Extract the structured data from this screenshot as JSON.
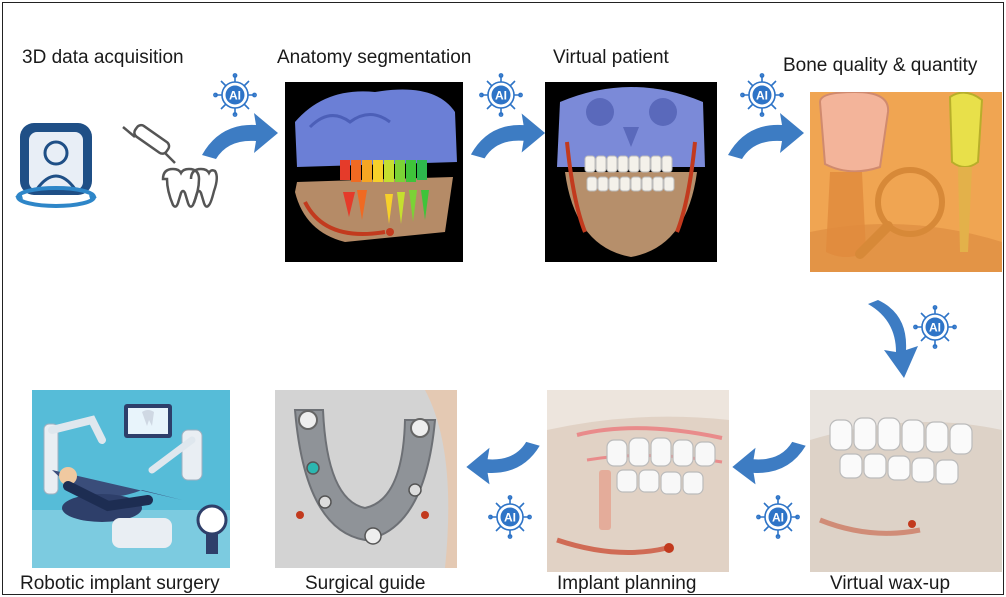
{
  "steps": [
    {
      "id": "acquisition",
      "label": "3D data acquisition",
      "icon": "scanner-and-teeth-icon"
    },
    {
      "id": "segmentation",
      "label": "Anatomy segmentation",
      "icon": "segmented-jaw-image"
    },
    {
      "id": "virtual_patient",
      "label": "Virtual patient",
      "icon": "skull-render-image"
    },
    {
      "id": "bone_quality",
      "label": "Bone quality & quantity",
      "icon": "bone-magnifier-image"
    },
    {
      "id": "wax_up",
      "label": "Virtual wax-up",
      "icon": "wax-up-render-image"
    },
    {
      "id": "implant_planning",
      "label": "Implant planning",
      "icon": "implant-planning-image"
    },
    {
      "id": "surgical_guide",
      "label": "Surgical guide",
      "icon": "surgical-guide-image"
    },
    {
      "id": "robotic_surgery",
      "label": "Robotic implant surgery",
      "icon": "robot-surgery-illustration"
    }
  ],
  "ai_badge": {
    "text": "AI",
    "icon": "ai-chip-icon",
    "color": "#2e74c7"
  },
  "colors": {
    "arrow": "#3d7cc3",
    "frame": "#222222"
  }
}
